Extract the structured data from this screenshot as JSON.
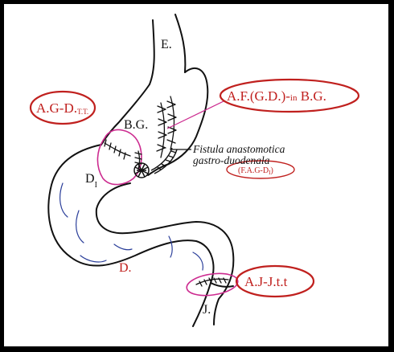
{
  "labels": {
    "esophagus": "E.",
    "stomach": "B.G.",
    "duodenum_first": "D",
    "duodenum_first_sub": "I",
    "duodenum": "D.",
    "jejunum": "J."
  },
  "callouts": {
    "agd": {
      "text": "A.G-D.",
      "sub": "T.T."
    },
    "afgd": {
      "main": "A.F.(G.D.)-",
      "small": "in",
      "tail": " B.G."
    },
    "fistula_line1": "Fistula anastomotica",
    "fistula_line2": "gastro-duodenala",
    "fagd": {
      "text": "(F.A.G-D",
      "sub": "I",
      "close": ")"
    },
    "ajj": "A.J-J.t.t"
  },
  "colors": {
    "ink": "#111111",
    "red": "#c0201e",
    "magenta": "#cc2a8f",
    "blue": "#2b3f9a",
    "frame": "#000000"
  }
}
